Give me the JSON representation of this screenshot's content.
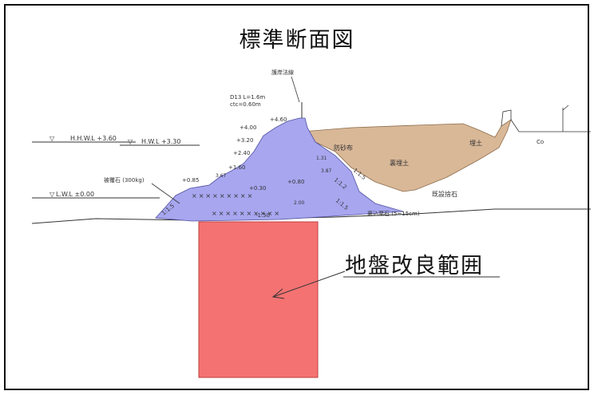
{
  "title": "標準断面図",
  "callout": "地盤改良範囲",
  "labels": {
    "lighthouse": "護岸法線",
    "bar_1": "D13 L=1.6m",
    "bar_2": "ctc=0.60m",
    "hhwl": "H.H.W.L +3.60",
    "hwl": "H.W.L +3.30",
    "lwl": "L.W.L ±0.00",
    "armor": "被覆石 (300kg)",
    "sand_barrier": "防砂布",
    "backfill": "裏埋土",
    "fill": "埋土",
    "existing": "既設捨石",
    "back_stone": "裏込栗石 (5~15cm)",
    "co": "Co",
    "e460": "+4.60",
    "e400": "+4.00",
    "e320": "+3.20",
    "e240": "+2.40",
    "e160": "+1.60",
    "e085": "+0.85",
    "e080": "+0.80",
    "e030": "+0.30",
    "e150": "-1.50",
    "slope1": "1:1.5",
    "slope2": "1:1.2",
    "slope3": "1:1.5",
    "slope4": "1:1.5",
    "w367": "3.67",
    "w387": "3.87",
    "w131": "1.31",
    "w200": "2.00"
  },
  "colors": {
    "breakwater_fill": "#a7a6ef",
    "backfill_fill": "#d9b898",
    "ground_improvement": "#f47272",
    "line": "#333333"
  }
}
